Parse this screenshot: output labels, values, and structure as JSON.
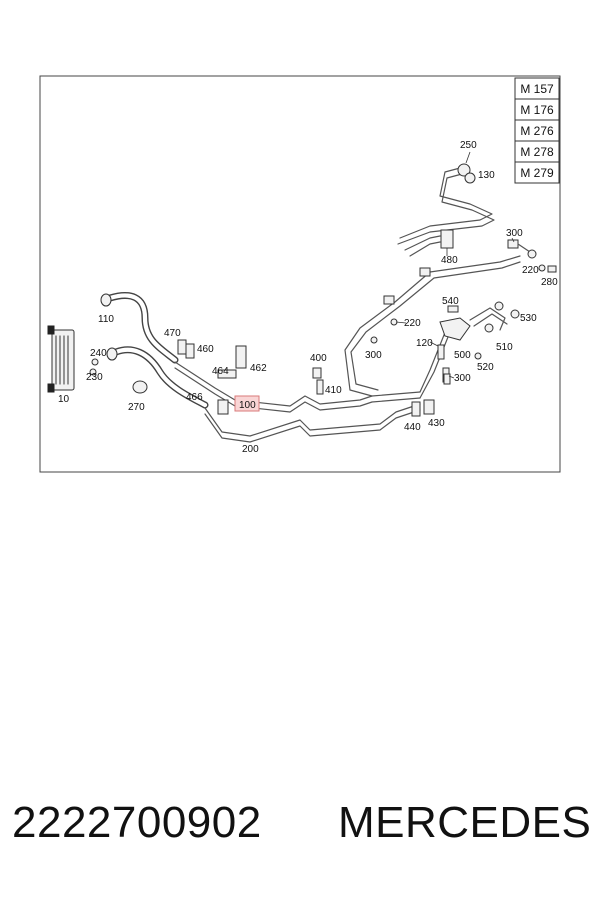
{
  "engine_codes": [
    "M 157",
    "M 176",
    "M 276",
    "M 278",
    "M 279"
  ],
  "callouts": [
    "10",
    "110",
    "130",
    "200",
    "220",
    "220",
    "230",
    "240",
    "250",
    "270",
    "280",
    "300",
    "300",
    "300",
    "400",
    "410",
    "430",
    "440",
    "460",
    "462",
    "464",
    "466",
    "470",
    "480",
    "500",
    "510",
    "520",
    "530",
    "540",
    "100",
    "120"
  ],
  "highlighted_callout": "100",
  "footer": {
    "part_number": "2222700902",
    "brand": "MERCEDES"
  },
  "colors": {
    "highlight_fill": "#f9d5d5",
    "highlight_stroke": "#d97a7a",
    "line": "#444444"
  }
}
